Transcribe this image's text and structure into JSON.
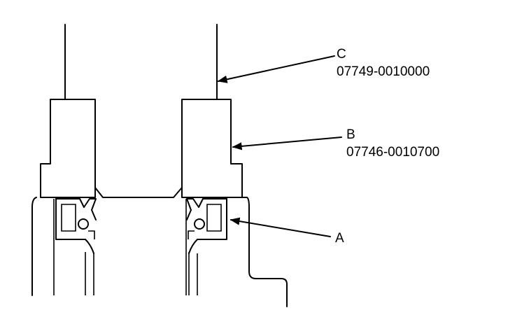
{
  "callouts": {
    "c": {
      "letter": "C",
      "part_number": "07749-0010000"
    },
    "b": {
      "letter": "B",
      "part_number": "07746-0010700"
    },
    "a": {
      "letter": "A"
    }
  }
}
